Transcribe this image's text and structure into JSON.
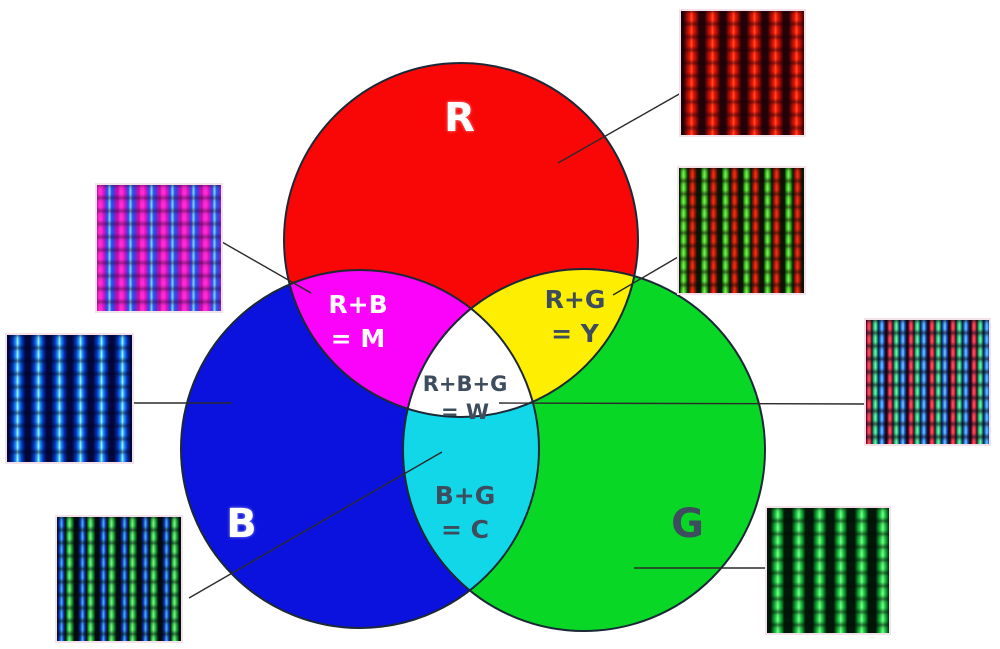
{
  "figure": {
    "type": "venn-additive-color-mixing",
    "background": "#ffffff",
    "outline_color": "#1b2836",
    "connector_color": "#2b2b2b",
    "circles": {
      "red": {
        "label": "R",
        "color": "#f90707",
        "label_color": "#ffffff"
      },
      "blue": {
        "label": "B",
        "color": "#0b12de",
        "label_color": "#ffffff"
      },
      "green": {
        "label": "G",
        "color": "#08d825",
        "label_color": "#3d4d5e"
      }
    },
    "overlaps": {
      "magenta": {
        "line1": "R+B",
        "line2": "= M",
        "color": "#fb02fb",
        "label_color": "#ffffff"
      },
      "yellow": {
        "line1": "R+G",
        "line2": "= Y",
        "color": "#fdee02",
        "label_color": "#3d4d5e"
      },
      "cyan": {
        "line1": "B+G",
        "line2": "= C",
        "color": "#12d7e9",
        "label_color": "#3d4d5e"
      },
      "white": {
        "line1": "R+B+G",
        "line2": "= W",
        "color": "#ffffff",
        "label_color": "#3d4d5e"
      }
    },
    "photos": {
      "red": {
        "name": "red-subpixels-photo",
        "stripes": [
          "red"
        ]
      },
      "redgreen": {
        "name": "red-green-subpixels-photo",
        "stripes": [
          "green",
          "red"
        ]
      },
      "rgbwhite": {
        "name": "rgb-white-subpixels-photo",
        "stripes": [
          "red",
          "green",
          "blue"
        ]
      },
      "green": {
        "name": "green-subpixels-photo",
        "stripes": [
          "green"
        ]
      },
      "magenta": {
        "name": "magenta-subpixels-photo",
        "stripes": [
          "magenta",
          "blue"
        ]
      },
      "blue": {
        "name": "blue-subpixels-photo",
        "stripes": [
          "blue"
        ]
      },
      "cyan": {
        "name": "cyan-subpixels-photo",
        "stripes": [
          "blue",
          "green"
        ]
      }
    }
  }
}
